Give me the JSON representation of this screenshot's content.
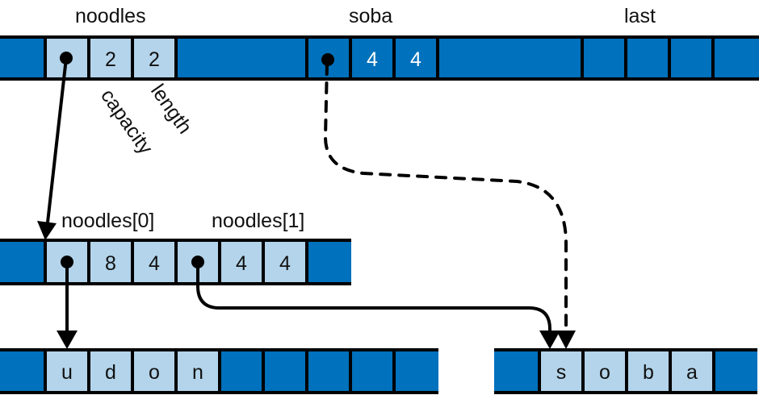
{
  "colors": {
    "heap_dark": "#0071BC",
    "heap_light": "#B3D4EA",
    "outline": "#000000",
    "text_dark": "#111111",
    "text_light": "#ffffff"
  },
  "labels": {
    "noodles": "noodles",
    "soba": "soba",
    "last": "last",
    "capacity": "capacity",
    "length": "length",
    "noodles0": "noodles[0]",
    "noodles1": "noodles[1]"
  },
  "rows": {
    "stack": {
      "noodles_vec": {
        "pointer": true,
        "capacity": "2",
        "length": "2"
      },
      "soba_str": {
        "pointer": true,
        "capacity": "4",
        "length": "4"
      }
    },
    "vec_buffer": {
      "elements": [
        {
          "name": "noodles[0]",
          "capacity": "8",
          "length": "4"
        },
        {
          "name": "noodles[1]",
          "capacity": "4",
          "length": "4"
        }
      ]
    },
    "udon_buffer": {
      "chars": [
        "u",
        "d",
        "o",
        "n"
      ]
    },
    "soba_buffer": {
      "chars": [
        "s",
        "o",
        "b",
        "a"
      ]
    }
  },
  "arrows": [
    {
      "from": "noodles.pointer",
      "to": "noodles[0]",
      "style": "solid"
    },
    {
      "from": "noodles[0].pointer",
      "to": "udon_buffer",
      "style": "solid"
    },
    {
      "from": "noodles[1].pointer",
      "to": "soba_buffer",
      "style": "solid"
    },
    {
      "from": "soba.pointer",
      "to": "soba_buffer",
      "style": "dashed"
    }
  ]
}
